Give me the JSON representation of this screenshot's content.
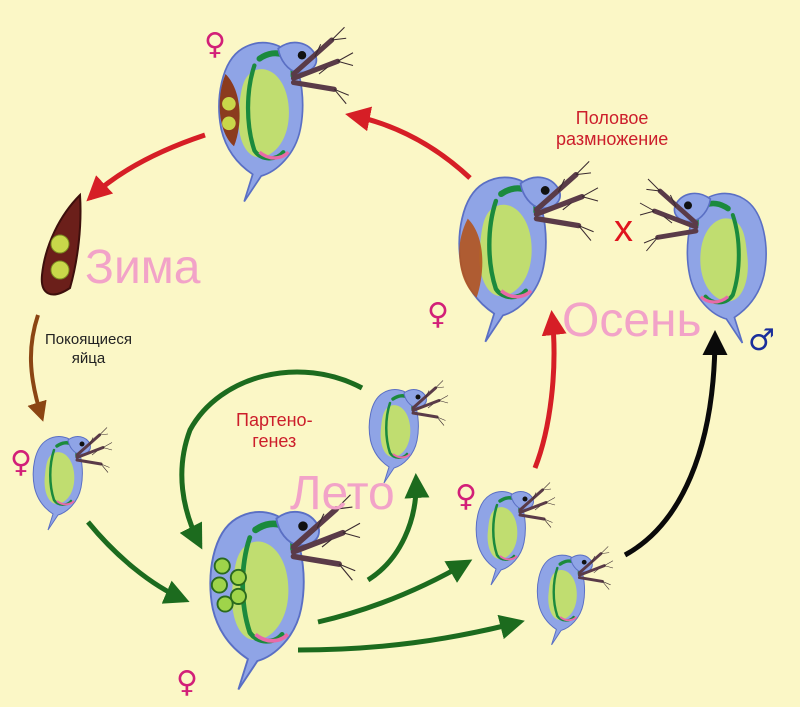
{
  "seasons": {
    "winter": "Зима",
    "summer": "Лето",
    "autumn": "Осень"
  },
  "labels": {
    "resting_eggs": [
      "Покоящиеся",
      "яйца"
    ],
    "parthenogenesis": [
      "Партено-",
      "генез"
    ],
    "sexual_reproduction": [
      "Половое",
      "размножение"
    ],
    "cross": "x"
  },
  "symbols": {
    "female": "♀",
    "male": "♂"
  },
  "colors": {
    "background": "#fbf7c6",
    "season_text": "#f2a3c8",
    "red_text": "#cc1e2b",
    "arrow_red": "#d61e26",
    "arrow_brown": "#8b4513",
    "arrow_green": "#1c6b1e",
    "arrow_black": "#0a0a0a",
    "female_symbol": "#d21f78",
    "male_symbol": "#1a2e9b"
  }
}
